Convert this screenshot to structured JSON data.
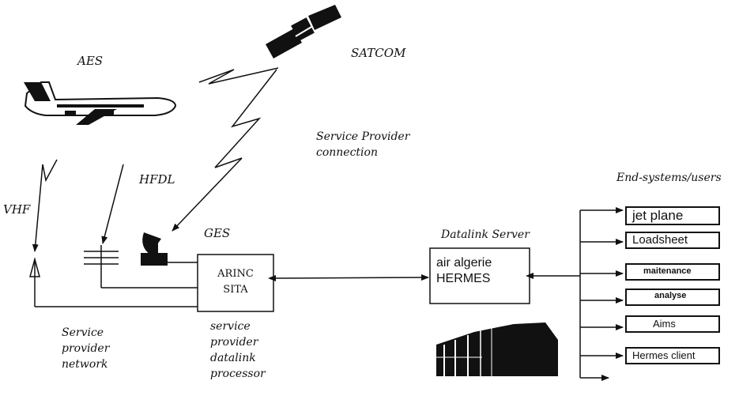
{
  "labels": {
    "aes": "AES",
    "satcom": "SATCOM",
    "service_provider_connection": [
      "Service Provider",
      "connection"
    ],
    "hfdl": "HFDL",
    "vhf": "VHF",
    "ges": "GES",
    "datalink_server": "Datalink Server",
    "end_systems": "End-systems/users",
    "service_provider_network": [
      "Service",
      "provider",
      "network"
    ],
    "service_provider_processor": [
      "service",
      "provider",
      "datalink",
      "processor"
    ]
  },
  "boxes": {
    "arinc": [
      "ARINC",
      "SITA"
    ],
    "hermes": [
      "air algerie",
      "HERMES"
    ]
  },
  "end_systems": [
    "jet plane",
    "Loadsheet",
    "maitenance",
    "analyse",
    "Aims",
    "Hermes client"
  ]
}
